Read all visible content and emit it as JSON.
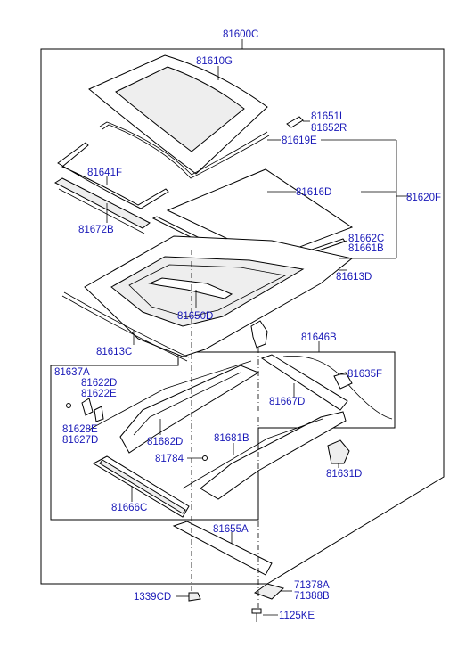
{
  "diagram": {
    "labels": {
      "p81600C": "81600C",
      "p81610G": "81610G",
      "p81651L": "81651L",
      "p81652R": "81652R",
      "p81619E": "81619E",
      "p81641F": "81641F",
      "p81616D": "81616D",
      "p81620F": "81620F",
      "p81672B": "81672B",
      "p81662C": "81662C",
      "p81661B": "81661B",
      "p81613D": "81613D",
      "p81650D": "81650D",
      "p81613C": "81613C",
      "p81646B": "81646B",
      "p81637A": "81637A",
      "p81622D": "81622D",
      "p81622E": "81622E",
      "p81635F": "81635F",
      "p81667D": "81667D",
      "p81628E": "81628E",
      "p81627D": "81627D",
      "p81682D": "81682D",
      "p81681B": "81681B",
      "p81784": "81784",
      "p81631D": "81631D",
      "p81666C": "81666C",
      "p81655A": "81655A",
      "p71378A": "71378A",
      "p71388B": "71388B",
      "p1339CD": "1339CD",
      "p1125KE": "1125KE"
    },
    "colors": {
      "label": "#1a1ab8",
      "line": "#000000",
      "background": "#ffffff"
    }
  }
}
